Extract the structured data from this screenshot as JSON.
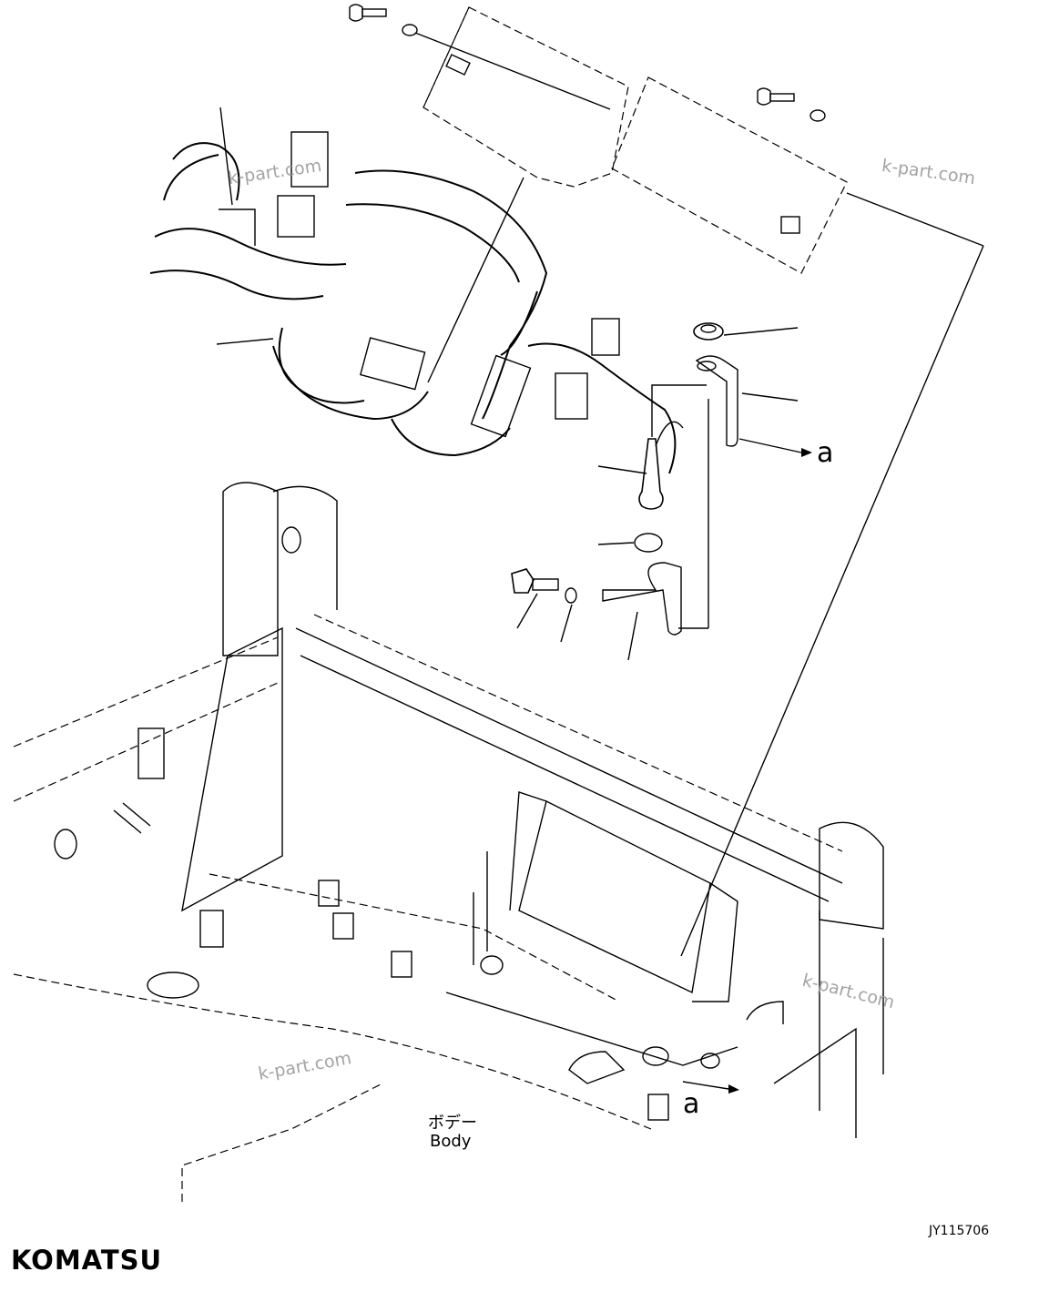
{
  "labels": {
    "callout_a_top": "a",
    "callout_a_bottom": "a",
    "body_jp": "ボデー",
    "body_en": "Body",
    "drawing_number": "JY115706",
    "logo": "KOMATSU"
  },
  "watermarks": [
    "k-part.com",
    "k-part.com",
    "k-part.com",
    "k-part.com"
  ],
  "colors": {
    "ink": "#000000",
    "watermark": "#9a9a9a",
    "background": "#ffffff"
  }
}
